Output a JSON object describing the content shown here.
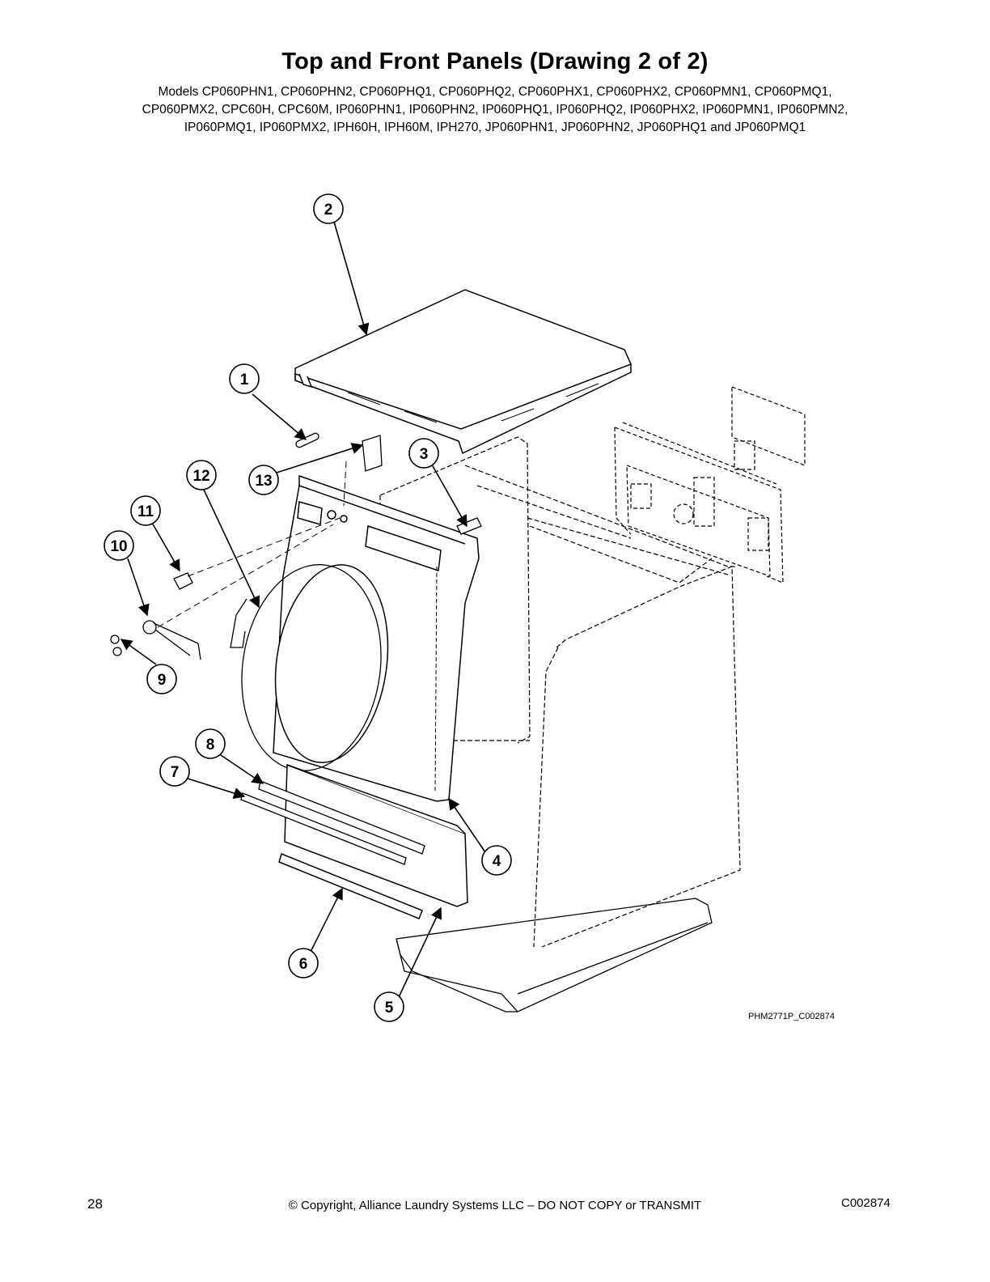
{
  "title": "Top and Front Panels (Drawing 2 of 2)",
  "models": {
    "line1": "Models CP060PHN1, CP060PHN2, CP060PHQ1, CP060PHQ2, CP060PHX1, CP060PHX2, CP060PMN1, CP060PMQ1,",
    "line2": "CP060PMX2, CPC60H, CPC60M, IP060PHN1, IP060PHN2, IP060PHQ1, IP060PHQ2, IP060PHX2, IP060PMN1, IP060PMN2,",
    "line3": "IP060PMQ1, IP060PMX2, IPH60H, IPH60M, IPH270, JP060PHN1, JP060PHN2, JP060PHQ1 and JP060PMQ1"
  },
  "callouts": [
    {
      "id": "1",
      "label": "1"
    },
    {
      "id": "2",
      "label": "2"
    },
    {
      "id": "3",
      "label": "3"
    },
    {
      "id": "4",
      "label": "4"
    },
    {
      "id": "5",
      "label": "5"
    },
    {
      "id": "6",
      "label": "6"
    },
    {
      "id": "7",
      "label": "7"
    },
    {
      "id": "8",
      "label": "8"
    },
    {
      "id": "9",
      "label": "9"
    },
    {
      "id": "10",
      "label": "10"
    },
    {
      "id": "11",
      "label": "11"
    },
    {
      "id": "12",
      "label": "12"
    },
    {
      "id": "13",
      "label": "13"
    }
  ],
  "drawing_id": "PHM2771P_C002874",
  "footer": {
    "page_number": "28",
    "copyright": "© Copyright, Alliance Laundry Systems LLC – DO NOT COPY or TRANSMIT",
    "doc_code": "C002874"
  }
}
